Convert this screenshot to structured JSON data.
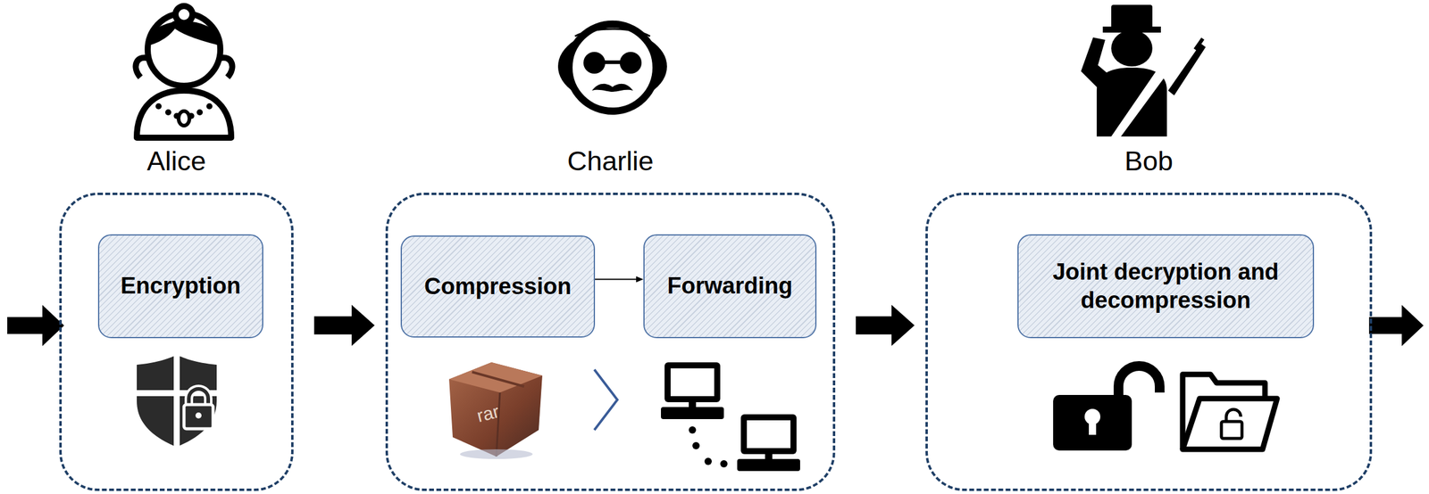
{
  "diagram": {
    "nodes": [
      {
        "text": [
          "Alice"
        ]
      },
      {
        "text": [
          "Encryption"
        ],
        "in": 0
      },
      {
        "text": [
          "Charlie"
        ]
      },
      {
        "text": [
          "Compression"
        ],
        "in": 2
      },
      {
        "text": [
          "Forwarding"
        ],
        "in": 2
      },
      {
        "text": [
          "Bob"
        ]
      },
      {
        "text": [
          "Joint decryption and decompression"
        ],
        "in": 5
      }
    ],
    "edges": [
      {
        "from": 3,
        "to": 4,
        "arrow": "to"
      },
      {
        "from": 0,
        "to": 2,
        "arrow": "to"
      },
      {
        "from": 2,
        "to": 5,
        "arrow": "to"
      }
    ],
    "labels": [
      "rar"
    ]
  }
}
